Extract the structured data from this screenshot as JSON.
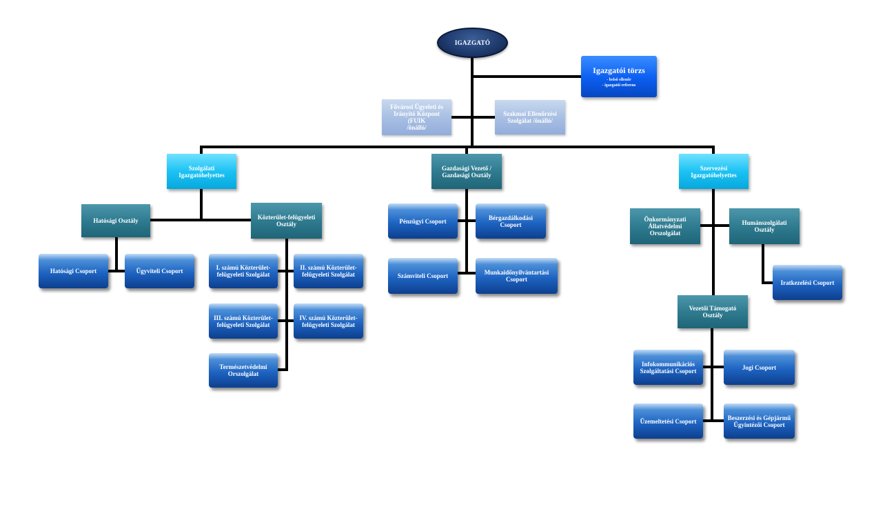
{
  "root": {
    "label": "IGAZGATÓ"
  },
  "staff": {
    "title": "Igazgatói törzs",
    "item1": "- belső ellenőr",
    "item2": "- igazgatói referens"
  },
  "independent": {
    "fuik": [
      "Fővárosi Ügyeleti és",
      "Irányító Központ (FUIK",
      "/önálló/"
    ],
    "ellenorzesi": [
      "Szakmai Ellenőrzési",
      "Szolgálat /önálló/"
    ]
  },
  "deputies": {
    "szolgalati": [
      "Szolgálati",
      "Igazgatóhelyettes"
    ],
    "gazdasagi": [
      "Gazdasági Vezető /",
      "Gazdasági Osztály"
    ],
    "szervezesi": [
      "Szervezési",
      "Igazgatóhelyettes"
    ]
  },
  "departments": {
    "hatosagi": [
      "Hatósági Osztály"
    ],
    "kozterulet": [
      "Közterület-felügyeleti",
      "Osztály"
    ],
    "onkormanyzati": [
      "Önkormányzati",
      "Állatvédelmi Orszolgálat"
    ],
    "humanszolgalati": [
      "Humánszolgálati Osztály"
    ],
    "vezetoi": [
      "Vezetői Támogató",
      "Osztály"
    ]
  },
  "groups": {
    "hatosagi_csoport": [
      "Hatósági Csoport"
    ],
    "ugyviteli": [
      "Ügyviteli Csoport"
    ],
    "kf1": [
      "I. számú Közterület-",
      "felügyeleti Szolgálat"
    ],
    "kf2": [
      "II. számú Közterület-",
      "felügyeleti Szolgálat"
    ],
    "kf3": [
      "III. számú Közterület-",
      "felügyeleti Szolgálat"
    ],
    "kf4": [
      "IV. számú Közterület-",
      "felügyeleti Szolgálat"
    ],
    "termeszet": [
      "Természetvédelmi",
      "Orszolgálat"
    ],
    "penzugyi": [
      "Pénzügyi Csoport"
    ],
    "bergazd": [
      "Bérgazdálkodási",
      "Csoport"
    ],
    "szamviteli": [
      "Számviteli Csoport"
    ],
    "munkaido": [
      "Munkaidőnyilvántartási",
      "Csoport"
    ],
    "iratkezelesi": [
      "Iratkezelési Csoport"
    ],
    "infokom": [
      "Infokommunikációs",
      "Szolgáltatási Csoport"
    ],
    "jogi": [
      "Jogi Csoport"
    ],
    "uzemeltetesi": [
      "Üzemeltetési Csoport"
    ],
    "beszerzesi": [
      "Beszerzési és Gépjármű",
      "Ügyintézői Csoport"
    ]
  }
}
